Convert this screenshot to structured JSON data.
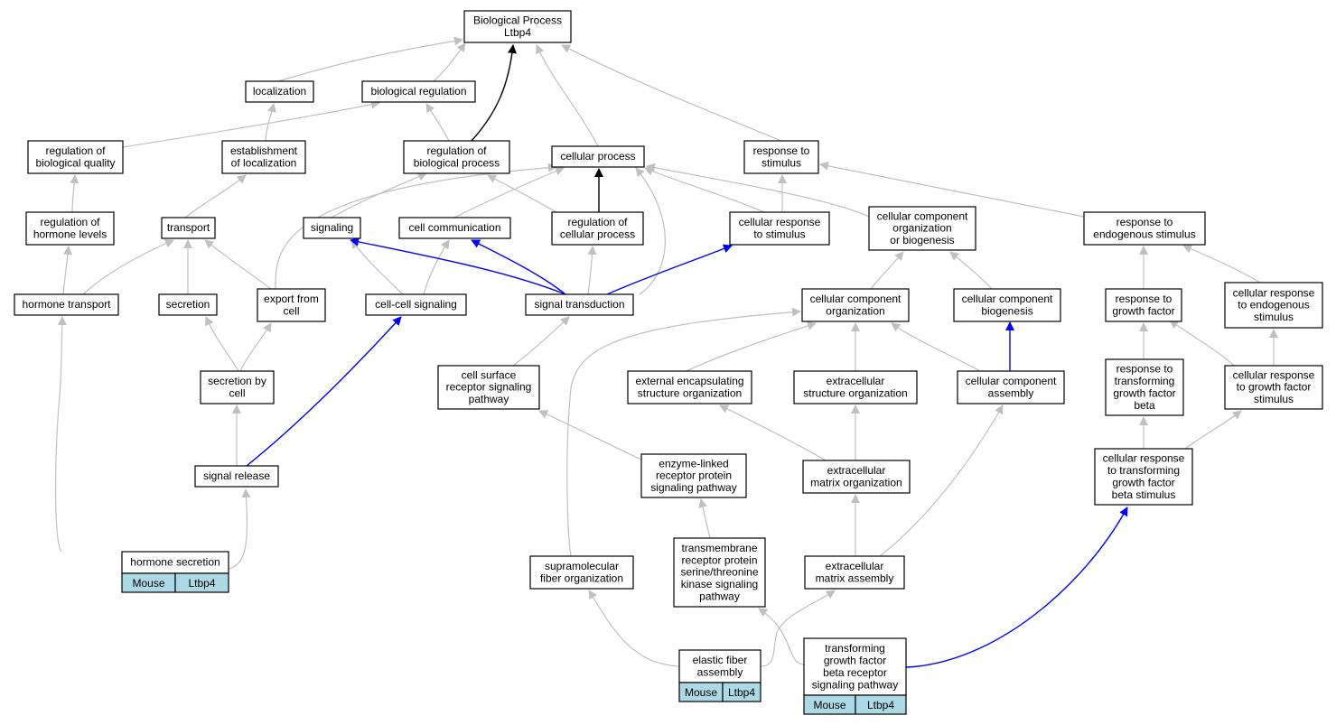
{
  "diagram": {
    "nodes": [
      {
        "id": "bp",
        "lines": [
          "Biological Process",
          "Ltbp4"
        ]
      },
      {
        "id": "localization",
        "lines": [
          "localization"
        ]
      },
      {
        "id": "bioreg",
        "lines": [
          "biological regulation"
        ]
      },
      {
        "id": "regbq",
        "lines": [
          "regulation of",
          "biological quality"
        ]
      },
      {
        "id": "estloc",
        "lines": [
          "establishment",
          "of localization"
        ]
      },
      {
        "id": "regbp",
        "lines": [
          "regulation of",
          "biological process"
        ]
      },
      {
        "id": "cellproc",
        "lines": [
          "cellular process"
        ]
      },
      {
        "id": "respstim",
        "lines": [
          "response to",
          "stimulus"
        ]
      },
      {
        "id": "reghl",
        "lines": [
          "regulation of",
          "hormone levels"
        ]
      },
      {
        "id": "transport",
        "lines": [
          "transport"
        ]
      },
      {
        "id": "signaling",
        "lines": [
          "signaling"
        ]
      },
      {
        "id": "cellcomm",
        "lines": [
          "cell communication"
        ]
      },
      {
        "id": "regcp",
        "lines": [
          "regulation of",
          "cellular process"
        ]
      },
      {
        "id": "cellresp",
        "lines": [
          "cellular response",
          "to stimulus"
        ]
      },
      {
        "id": "ccob",
        "lines": [
          "cellular component",
          "organization",
          "or biogenesis"
        ]
      },
      {
        "id": "respend",
        "lines": [
          "response to",
          "endogenous stimulus"
        ]
      },
      {
        "id": "hormtrans",
        "lines": [
          "hormone transport"
        ]
      },
      {
        "id": "secretion",
        "lines": [
          "secretion"
        ]
      },
      {
        "id": "export",
        "lines": [
          "export from",
          "cell"
        ]
      },
      {
        "id": "ccsig",
        "lines": [
          "cell-cell signaling"
        ]
      },
      {
        "id": "sigtrans",
        "lines": [
          "signal transduction"
        ]
      },
      {
        "id": "ccorg",
        "lines": [
          "cellular component",
          "organization"
        ]
      },
      {
        "id": "ccbio",
        "lines": [
          "cellular component",
          "biogenesis"
        ]
      },
      {
        "id": "respgf",
        "lines": [
          "response to",
          "growth factor"
        ]
      },
      {
        "id": "crend",
        "lines": [
          "cellular response",
          "to endogenous",
          "stimulus"
        ]
      },
      {
        "id": "secbycell",
        "lines": [
          "secretion by",
          "cell"
        ]
      },
      {
        "id": "csrsp",
        "lines": [
          "cell surface",
          "receptor signaling",
          "pathway"
        ]
      },
      {
        "id": "extenc",
        "lines": [
          "external encapsulating",
          "structure organization"
        ]
      },
      {
        "id": "extstruct",
        "lines": [
          "extracellular",
          "structure organization"
        ]
      },
      {
        "id": "ccass",
        "lines": [
          "cellular component",
          "assembly"
        ]
      },
      {
        "id": "resptgfb",
        "lines": [
          "response to",
          "transforming",
          "growth factor",
          "beta"
        ]
      },
      {
        "id": "crgf",
        "lines": [
          "cellular response",
          "to growth factor",
          "stimulus"
        ]
      },
      {
        "id": "sigrel",
        "lines": [
          "signal release"
        ]
      },
      {
        "id": "elrpsp",
        "lines": [
          "enzyme-linked",
          "receptor protein",
          "signaling pathway"
        ]
      },
      {
        "id": "ecmorg",
        "lines": [
          "extracellular",
          "matrix organization"
        ]
      },
      {
        "id": "crtgfb",
        "lines": [
          "cellular response",
          "to transforming",
          "growth factor",
          "beta stimulus"
        ]
      },
      {
        "id": "tmrp",
        "lines": [
          "transmembrane",
          "receptor protein",
          "serine/threonine",
          "kinase signaling",
          "pathway"
        ]
      },
      {
        "id": "supramol",
        "lines": [
          "supramolecular",
          "fiber organization"
        ]
      },
      {
        "id": "ecmass",
        "lines": [
          "extracellular",
          "matrix assembly"
        ]
      },
      {
        "id": "hormsec",
        "lines": [
          "hormone secretion"
        ],
        "tags": [
          "Mouse",
          "Ltbp4"
        ]
      },
      {
        "id": "elastic",
        "lines": [
          "elastic fiber",
          "assembly"
        ],
        "tags": [
          "Mouse",
          "Ltbp4"
        ]
      },
      {
        "id": "tgfbrsp",
        "lines": [
          "transforming",
          "growth factor",
          "beta receptor",
          "signaling pathway"
        ],
        "tags": [
          "Mouse",
          "Ltbp4"
        ]
      }
    ],
    "edge_colors": {
      "gray": "#c0c0c0",
      "black": "#000000",
      "blue": "#0000ff"
    },
    "tag_fill": "#add8e6"
  }
}
